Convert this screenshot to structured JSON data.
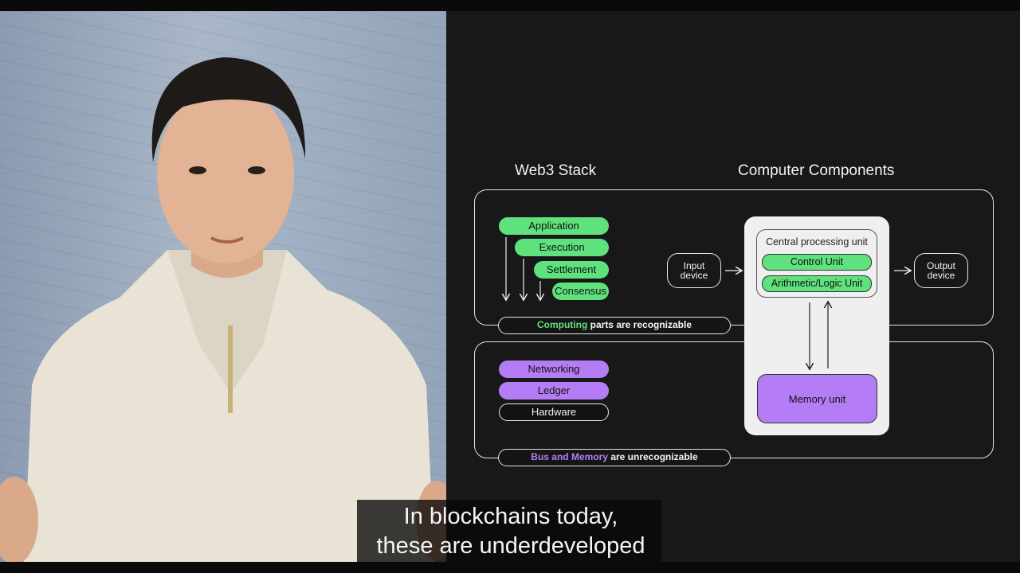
{
  "video": {
    "presenter_description": ""
  },
  "slide": {
    "left_title": "Web3 Stack",
    "right_title": "Computer Components",
    "computing_section": {
      "layers": [
        "Application",
        "Execution",
        "Settlement",
        "Consensus"
      ],
      "caption_highlight": "Computing",
      "caption_rest": "parts are recognizable"
    },
    "memory_section": {
      "layers": [
        "Networking",
        "Ledger",
        "Hardware"
      ],
      "caption_highlight": "Bus and Memory",
      "caption_rest": "are unrecognizable"
    },
    "input_device": [
      "Input",
      "device"
    ],
    "output_device": [
      "Output",
      "device"
    ],
    "cpu_title": "Central processing unit",
    "control_unit": "Control Unit",
    "alu": "Arithmetic/Logic Unit",
    "memory_unit": "Memory unit",
    "colors": {
      "green": "#5fe27d",
      "purple": "#b57df5",
      "background": "#181818"
    }
  },
  "subtitles": {
    "line1": "In blockchains today,",
    "line2": "these are underdeveloped"
  }
}
